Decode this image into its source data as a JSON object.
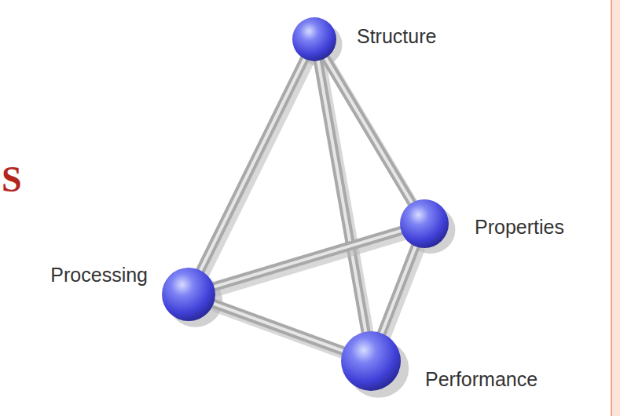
{
  "diagram": {
    "nodes": [
      {
        "text": [
          "Structure"
        ]
      },
      {
        "text": [
          "Properties"
        ]
      },
      {
        "text": [
          "Processing"
        ]
      },
      {
        "text": [
          "Performance"
        ]
      }
    ],
    "edges": [
      {
        "from": 0,
        "to": 2,
        "arrow": "none"
      },
      {
        "from": 0,
        "to": 3,
        "arrow": "none"
      },
      {
        "from": 0,
        "to": 1,
        "arrow": "none"
      },
      {
        "from": 2,
        "to": 1,
        "arrow": "none"
      },
      {
        "from": 2,
        "to": 3,
        "arrow": "none"
      },
      {
        "from": 1,
        "to": 3,
        "arrow": "none"
      }
    ],
    "labels": [
      "S"
    ]
  }
}
